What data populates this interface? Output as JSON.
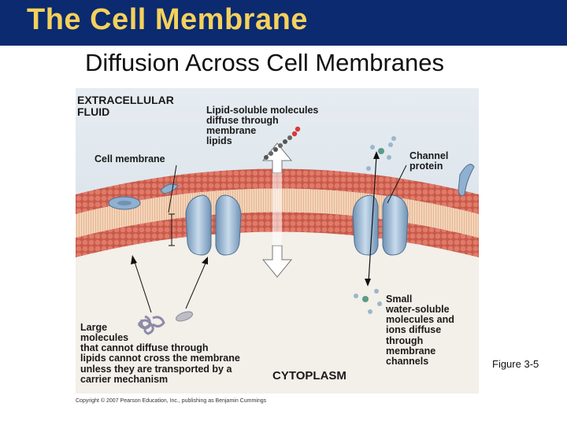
{
  "slide": {
    "title": "The Cell Membrane",
    "subtitle": "Diffusion Across Cell Membranes",
    "figure_number": "Figure 3-5",
    "copyright": "Copyright © 2007 Pearson Education, Inc., publishing as Benjamin Cummings"
  },
  "figure": {
    "labels": {
      "extracellular": "EXTRACELLULAR\nFLUID",
      "lipid_soluble": "Lipid-soluble molecules\ndiffuse through\nmembrane\nlipids",
      "cell_membrane": "Cell membrane",
      "channel_protein": "Channel\nprotein",
      "small_molecules": "Small\nwater-soluble\nmolecules and\nions diffuse\nthrough\nmembrane\nchannels",
      "large_molecules": "Large\nmolecules\nthat cannot diffuse through\nlipids cannot cross the membrane\nunless they are transported by a\ncarrier mechanism",
      "cytoplasm": "CYTOPLASM"
    },
    "colors": {
      "extracellular_bg": "#dbe4ec",
      "cytoplasm_bg": "#f3efe9",
      "lipid_heads": "#d76b5b",
      "lipid_tails": "#f1cdb0",
      "channel_protein": "#8fb0cf"
    }
  }
}
